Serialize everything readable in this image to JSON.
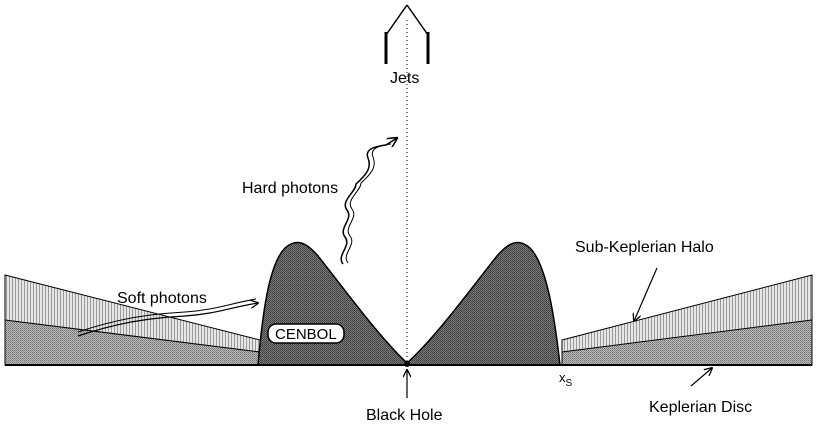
{
  "labels": {
    "jets": "Jets",
    "hard_photons": "Hard photons",
    "soft_photons": "Soft photons",
    "cenbol": "CENBOL",
    "sub_keplerian_halo": "Sub-Keplerian Halo",
    "shock_location_base": "x",
    "shock_location_sub": "S",
    "black_hole": "Black Hole",
    "keplerian_disc": "Keplerian  Disc"
  },
  "colors": {
    "halo_fill": "#cfcfcf",
    "disc_fill": "#9a9a9a",
    "cenbol_fill": "#6e6e6e",
    "line": "#000000",
    "background": "#ffffff"
  }
}
